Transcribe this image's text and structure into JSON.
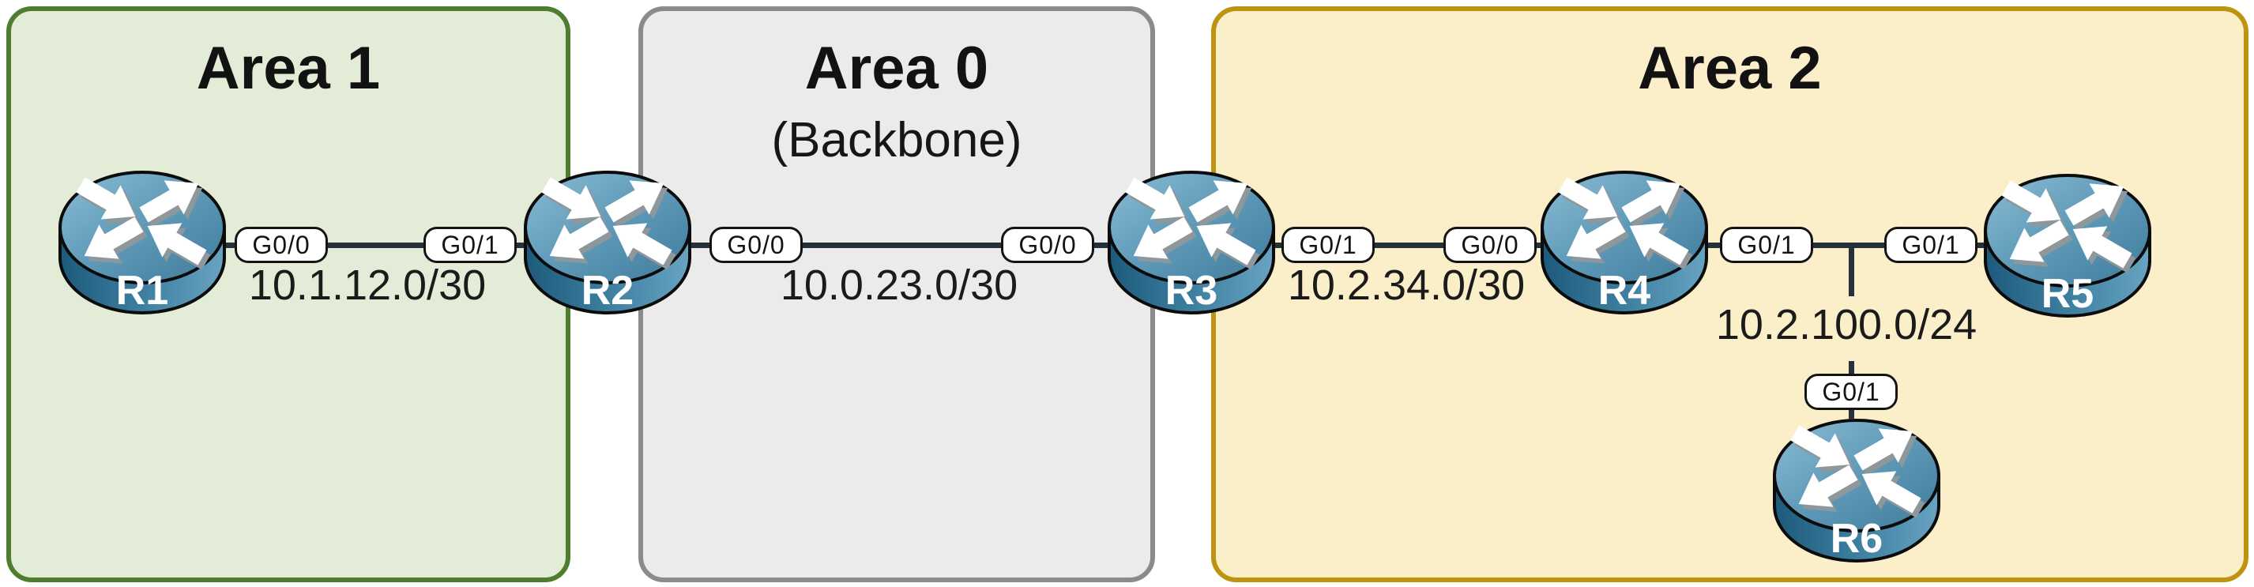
{
  "areas": [
    {
      "title": "Area 1"
    },
    {
      "title": "Area 0",
      "subtitle": "(Backbone)"
    },
    {
      "title": "Area 2"
    }
  ],
  "routers": [
    {
      "label": "R1"
    },
    {
      "label": "R2"
    },
    {
      "label": "R3"
    },
    {
      "label": "R4"
    },
    {
      "label": "R5"
    },
    {
      "label": "R6"
    }
  ],
  "links": [
    {
      "a": "R1",
      "a_if": "G0/0",
      "b": "R2",
      "b_if": "G0/1",
      "subnet": "10.1.12.0/30"
    },
    {
      "a": "R2",
      "a_if": "G0/0",
      "b": "R3",
      "b_if": "G0/0",
      "subnet": "10.0.23.0/30"
    },
    {
      "a": "R3",
      "a_if": "G0/1",
      "b": "R4",
      "b_if": "G0/0",
      "subnet": "10.2.34.0/30"
    },
    {
      "a": "R4",
      "a_if": "G0/1",
      "b": "R5",
      "b_if": "G0/1",
      "subnet": "10.2.100.0/24",
      "branch": "R6",
      "branch_if": "G0/1"
    }
  ],
  "colors": {
    "area1_fill": "#e2ecd6",
    "area1_border": "#4e7d30",
    "area0_fill": "#ebebeb",
    "area0_border": "#8b8b8b",
    "area2_fill": "#fbefca",
    "area2_border": "#bd9310",
    "link_line": "#243139",
    "router_blue": "#4f8cab",
    "interface_box_bg": "#ffffff",
    "interface_box_border": "#141414"
  }
}
